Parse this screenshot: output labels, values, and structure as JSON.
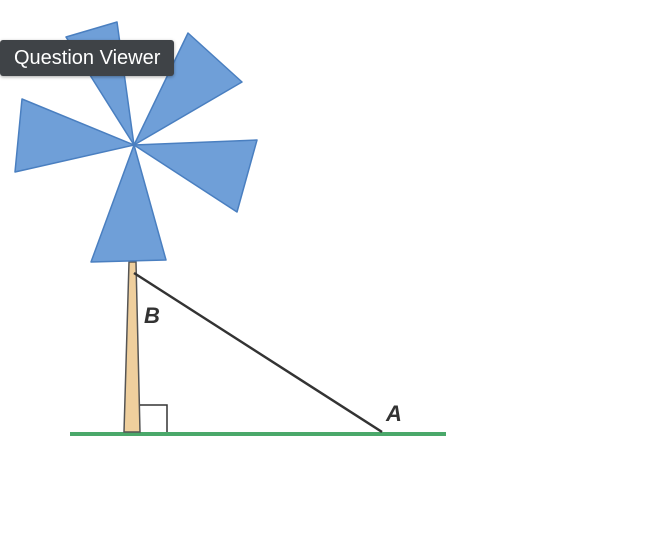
{
  "tooltip": {
    "text": "Question Viewer"
  },
  "figure": {
    "label_b": "B",
    "label_a": "A",
    "colors": {
      "blade_fill": "#6f9fd8",
      "blade_stroke": "#4a7fc0",
      "pole_fill": "#efcf9d",
      "pole_stroke": "#555555",
      "ground": "#4aa86a",
      "line": "#333333"
    }
  }
}
